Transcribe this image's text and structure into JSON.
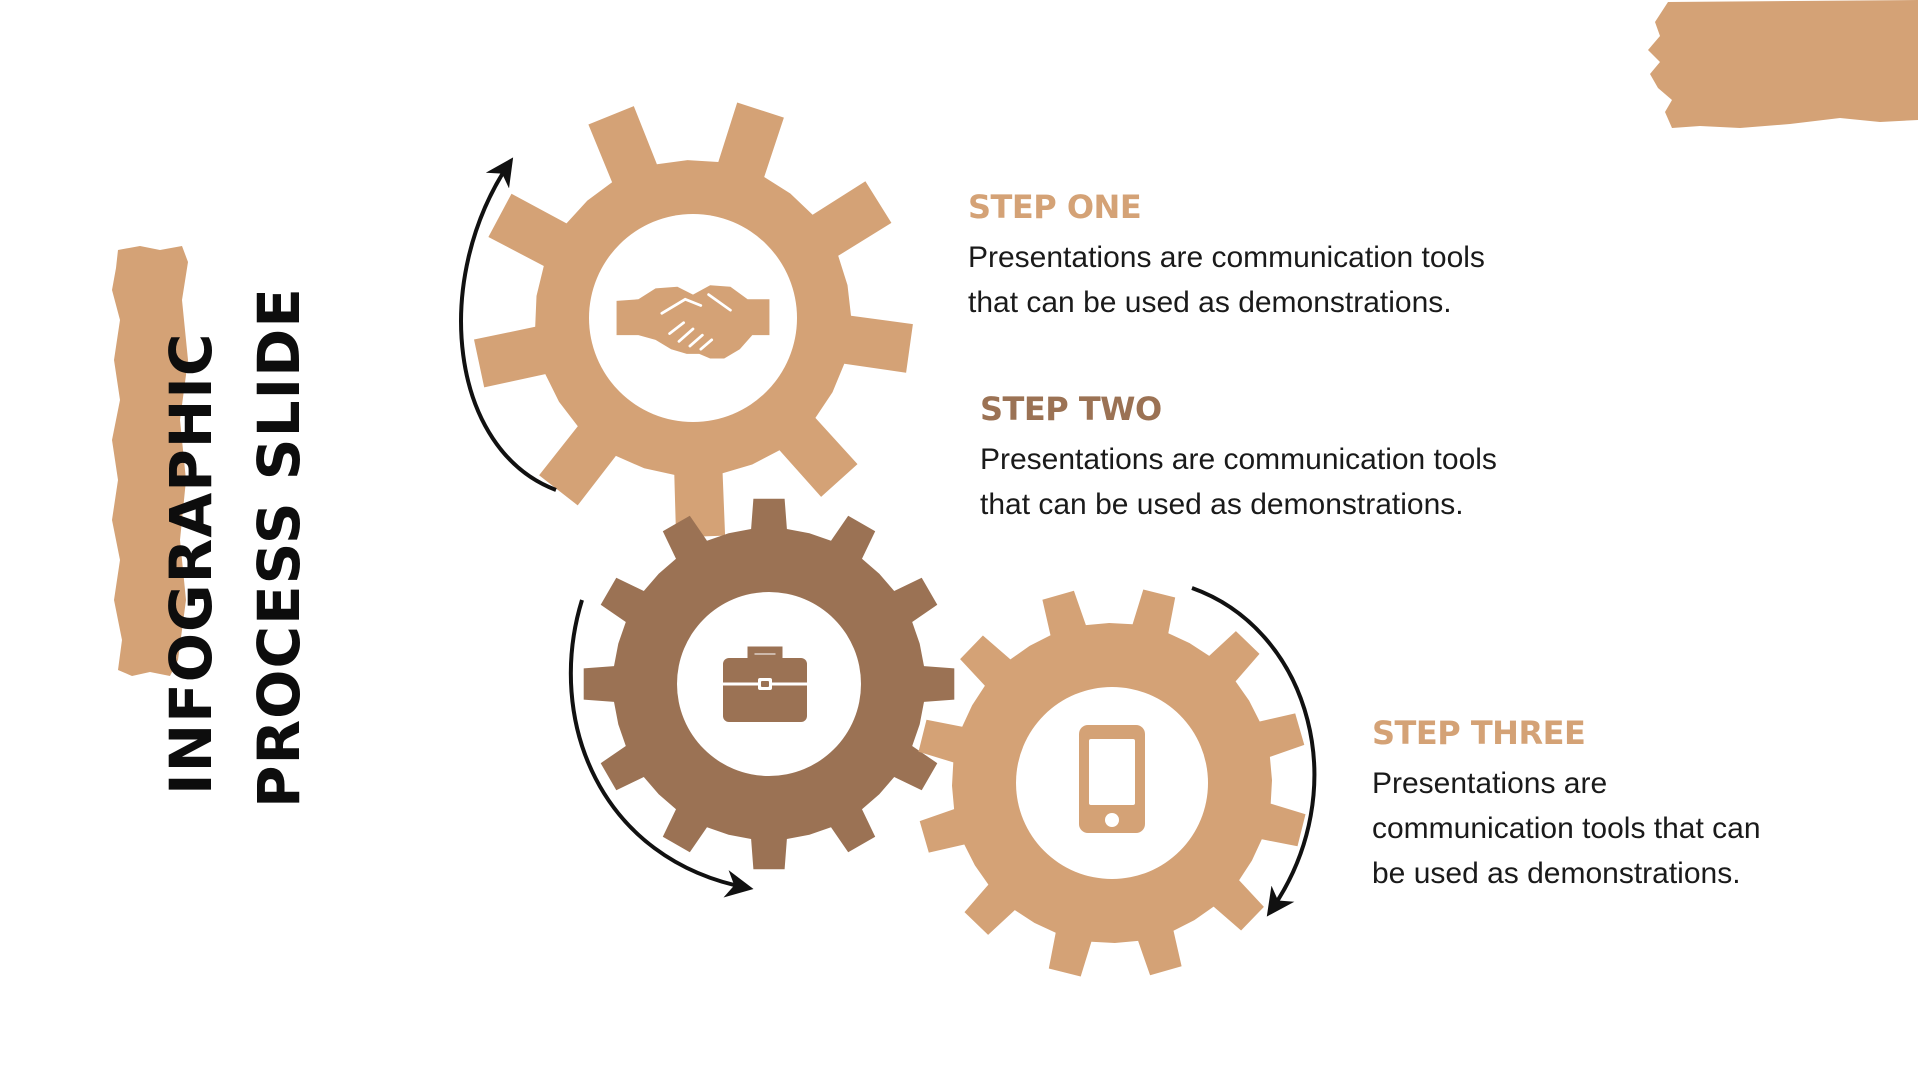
{
  "colors": {
    "accent_light": "#d4a276",
    "accent_dark": "#9b7254",
    "arrow": "#111111",
    "background": "#ffffff"
  },
  "title": {
    "line1": "INFOGRAPHIC",
    "line2": "PROCESS SLIDE"
  },
  "steps": [
    {
      "heading": "STEP ONE",
      "line1": "Presentations are communication tools",
      "line2": "that can be used as demonstrations.",
      "icon": "handshake-icon"
    },
    {
      "heading": "STEP TWO",
      "line1": "Presentations are communication tools",
      "line2": "that can be used as demonstrations.",
      "icon": "briefcase-icon"
    },
    {
      "heading": "STEP THREE",
      "line1": "Presentations are",
      "line2": "communication tools that can",
      "line3": "be used as demonstrations.",
      "icon": "smartphone-icon"
    }
  ]
}
